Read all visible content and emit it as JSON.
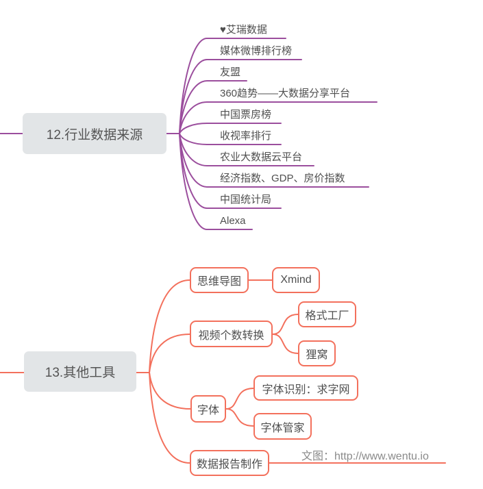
{
  "colors": {
    "branch12_line": "#9b4e9d",
    "branch13_line": "#f3705c",
    "main_topic_bg": "#e2e5e7",
    "node_text": "#4f4f4f",
    "watermark_text": "#8a8a8a"
  },
  "branches": [
    {
      "label": "12.行业数据来源",
      "color": "#9b4e9d",
      "children": [
        "♥艾瑞数据",
        "媒体微博排行榜",
        "友盟",
        "360趋势——大数据分享平台",
        "中国票房榜",
        "收视率排行",
        "农业大数据云平台",
        "经济指数、GDP、房价指数",
        "中国统计局",
        "Alexa"
      ]
    },
    {
      "label": "13.其他工具",
      "color": "#f3705c",
      "children": [
        {
          "label": "思维导图",
          "children": [
            "Xmind"
          ]
        },
        {
          "label": "视频个数转换",
          "children": [
            "格式工厂",
            "狸窝"
          ]
        },
        {
          "label": "字体",
          "children": [
            "字体识别：求字网",
            "字体管家"
          ]
        },
        {
          "label": "数据报告制作",
          "children": []
        }
      ]
    }
  ],
  "watermark": {
    "label": "文图：http://www.wentu.io"
  }
}
